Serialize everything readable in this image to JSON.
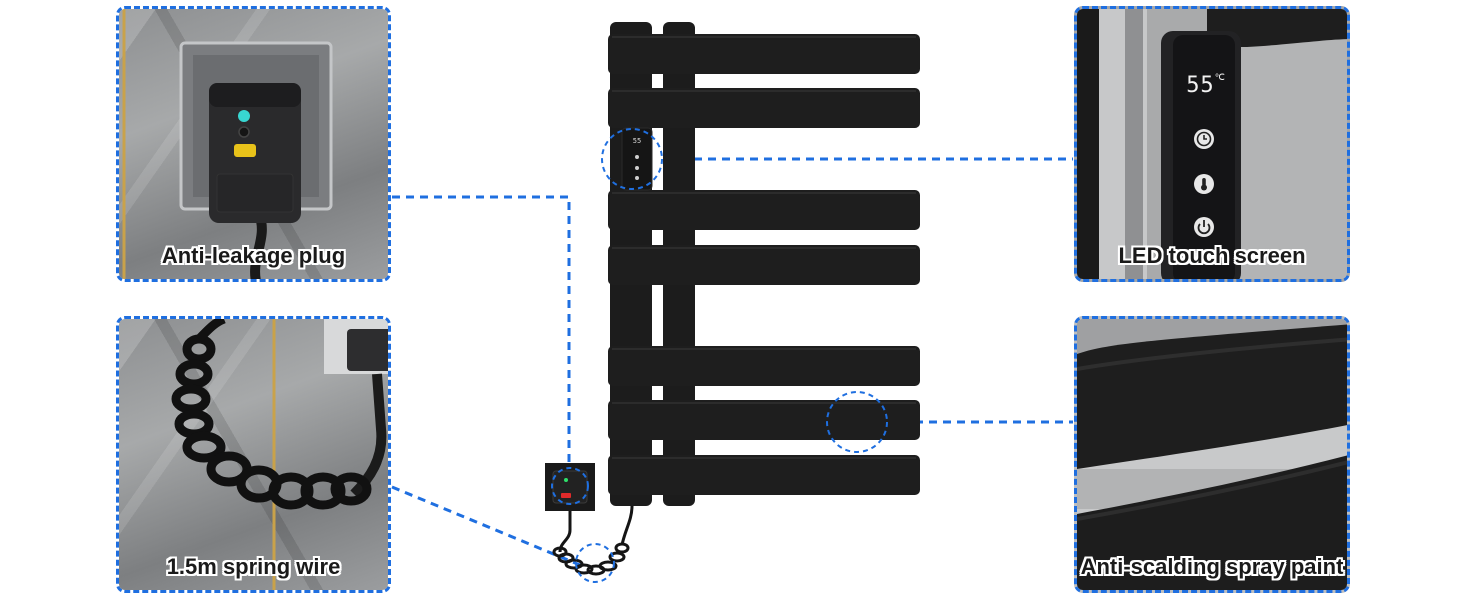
{
  "features": {
    "plug": {
      "caption": "Anti-leakage plug"
    },
    "wire": {
      "caption": "1.5m spring wire"
    },
    "screen": {
      "caption": "LED touch screen",
      "display_temp": "55",
      "display_unit": "℃",
      "mini_display": "55"
    },
    "paint": {
      "caption": "Anti-scalding spray paint"
    }
  },
  "colors": {
    "accent": "#1f6fe0",
    "product": "#1c1c1c",
    "led_green": "#2ee06a",
    "led_red": "#e02a2a"
  }
}
